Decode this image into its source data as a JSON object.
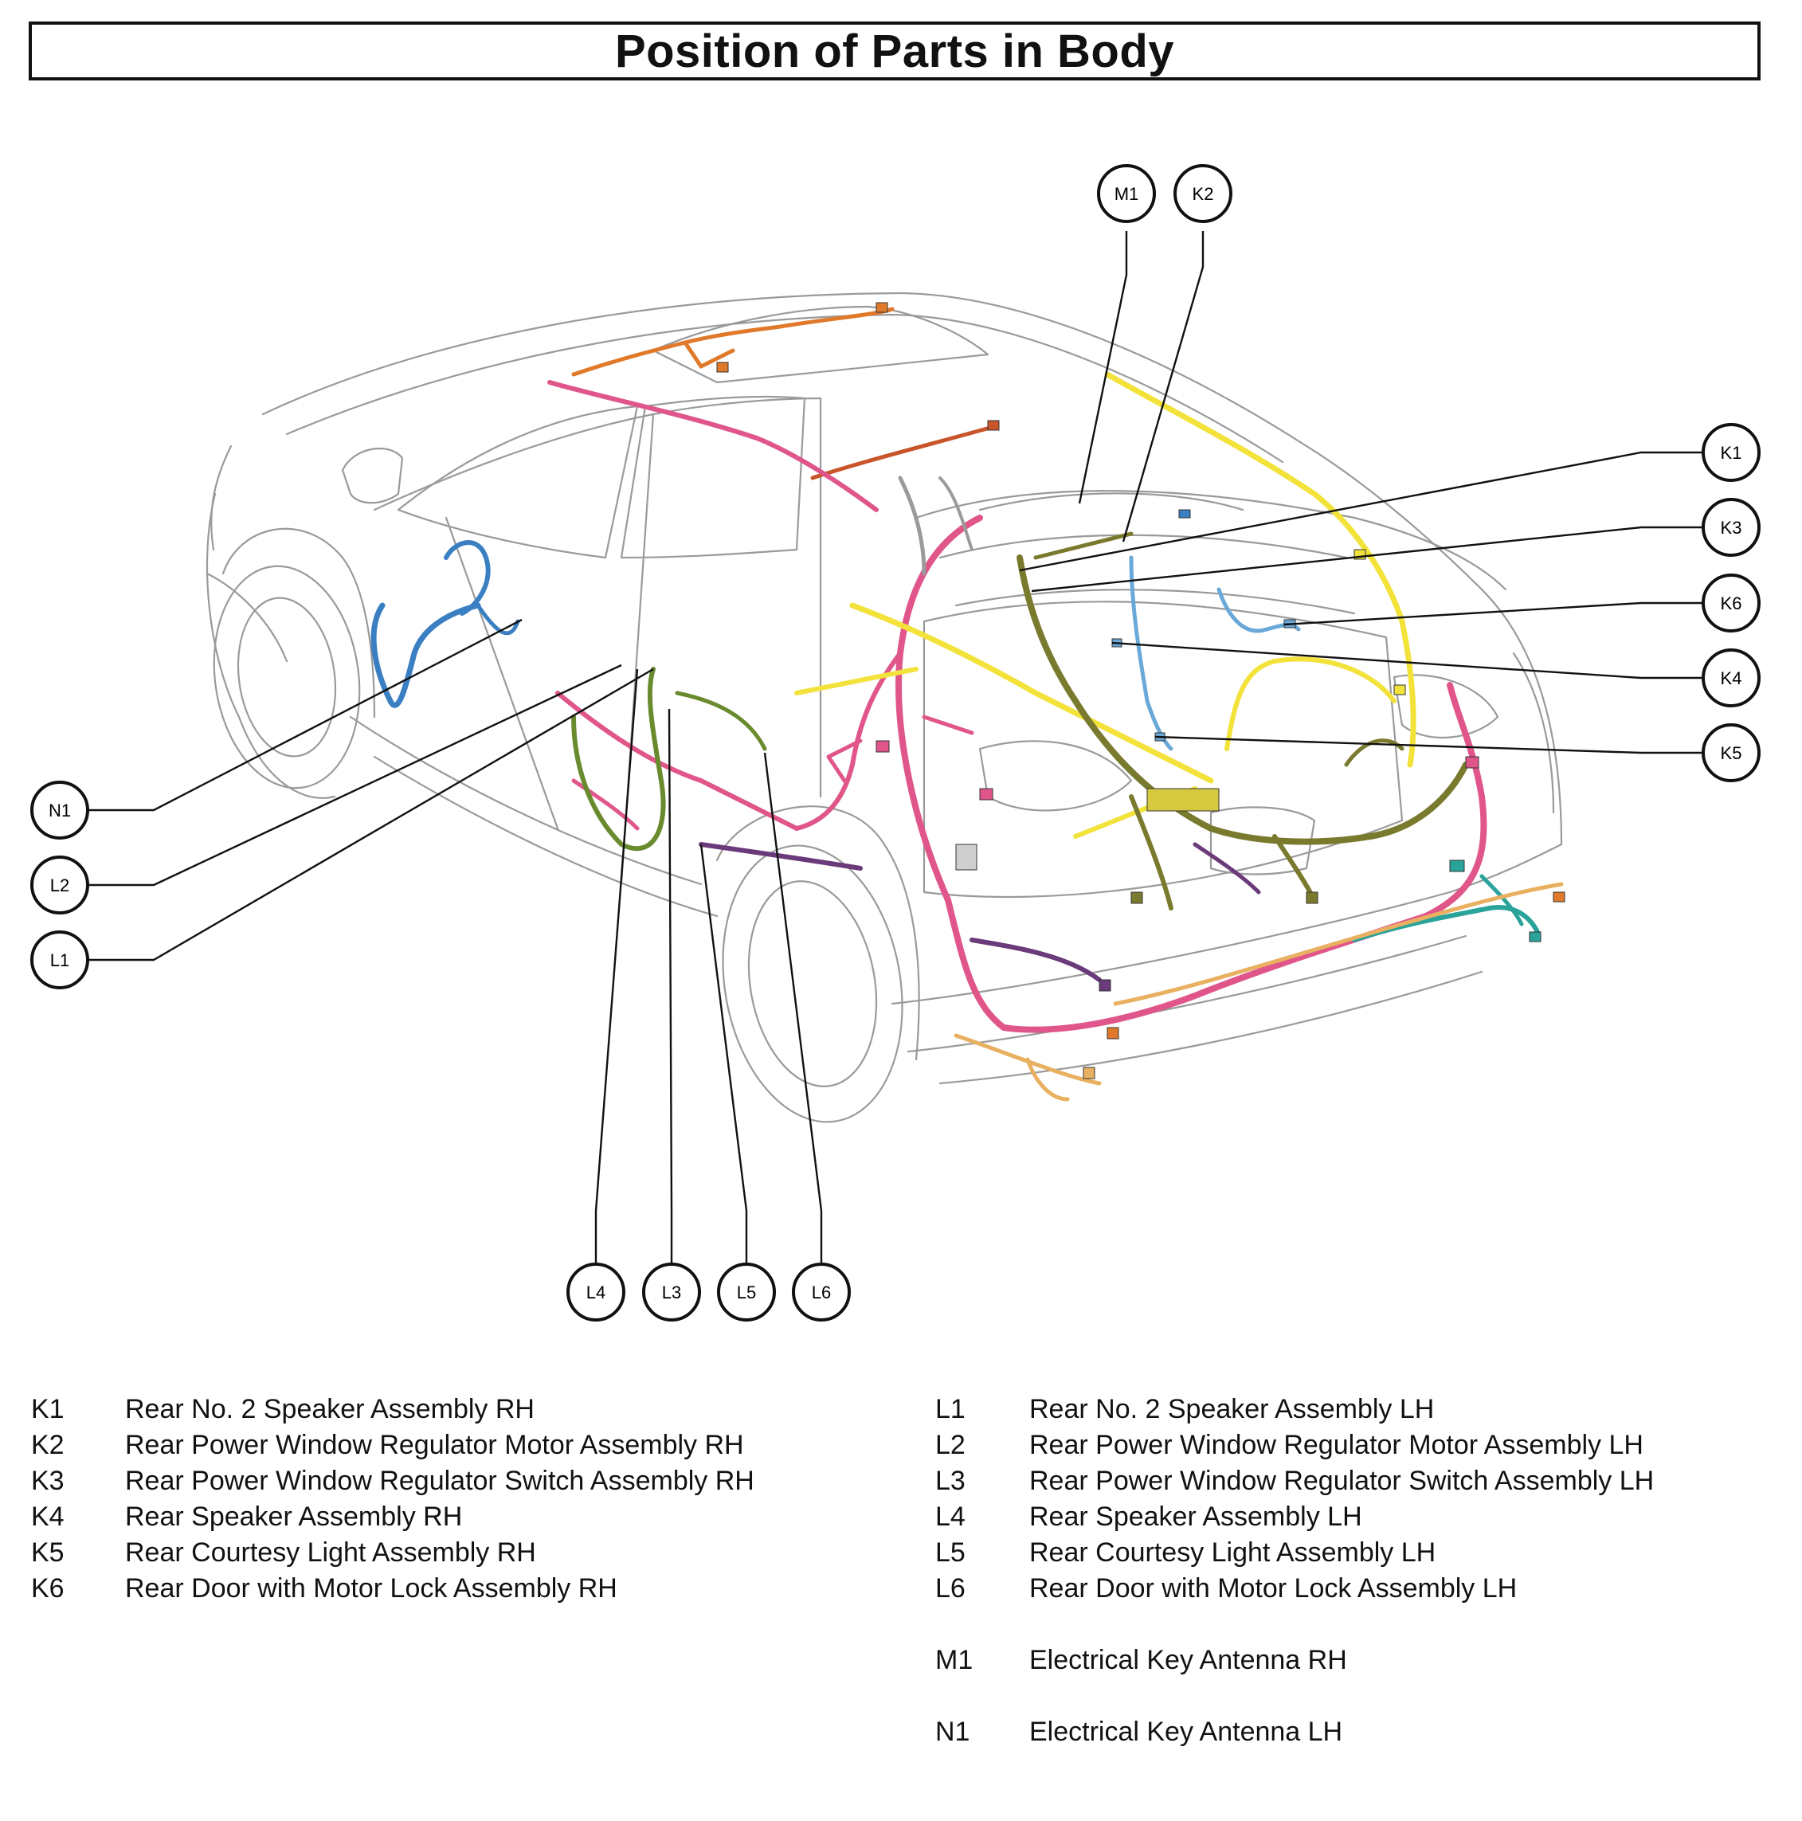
{
  "title": "Position of Parts in Body",
  "callouts": [
    "M1",
    "K2",
    "K1",
    "K3",
    "K6",
    "K4",
    "K5",
    "N1",
    "L2",
    "L1",
    "L4",
    "L3",
    "L5",
    "L6"
  ],
  "legend": {
    "left": [
      {
        "code": "K1",
        "label": "Rear No. 2 Speaker Assembly RH"
      },
      {
        "code": "K2",
        "label": "Rear Power Window Regulator Motor Assembly RH"
      },
      {
        "code": "K3",
        "label": "Rear Power Window Regulator Switch Assembly RH"
      },
      {
        "code": "K4",
        "label": "Rear Speaker Assembly RH"
      },
      {
        "code": "K5",
        "label": "Rear Courtesy Light Assembly RH"
      },
      {
        "code": "K6",
        "label": "Rear Door with Motor Lock Assembly RH"
      }
    ],
    "right": [
      {
        "code": "L1",
        "label": "Rear No. 2 Speaker Assembly LH"
      },
      {
        "code": "L2",
        "label": "Rear Power Window Regulator Motor Assembly LH"
      },
      {
        "code": "L3",
        "label": "Rear Power Window Regulator Switch Assembly LH"
      },
      {
        "code": "L4",
        "label": "Rear Speaker Assembly LH"
      },
      {
        "code": "L5",
        "label": "Rear Courtesy Light Assembly LH"
      },
      {
        "code": "L6",
        "label": "Rear Door with Motor Lock Assembly LH"
      }
    ],
    "extra": [
      {
        "code": "M1",
        "label": "Electrical Key Antenna RH"
      },
      {
        "code": "N1",
        "label": "Electrical Key Antenna LH"
      }
    ]
  },
  "colors": {
    "outline": "#9a9a9a",
    "pink": "#e0568a",
    "yellow": "#f2e23a",
    "olive": "#7a7a2e",
    "blue": "#3a7fc2",
    "purple": "#6a3a7a",
    "orange": "#e07a2a",
    "teal": "#2aa39a",
    "lightblue": "#6aa8d8",
    "tan": "#e8b060"
  }
}
